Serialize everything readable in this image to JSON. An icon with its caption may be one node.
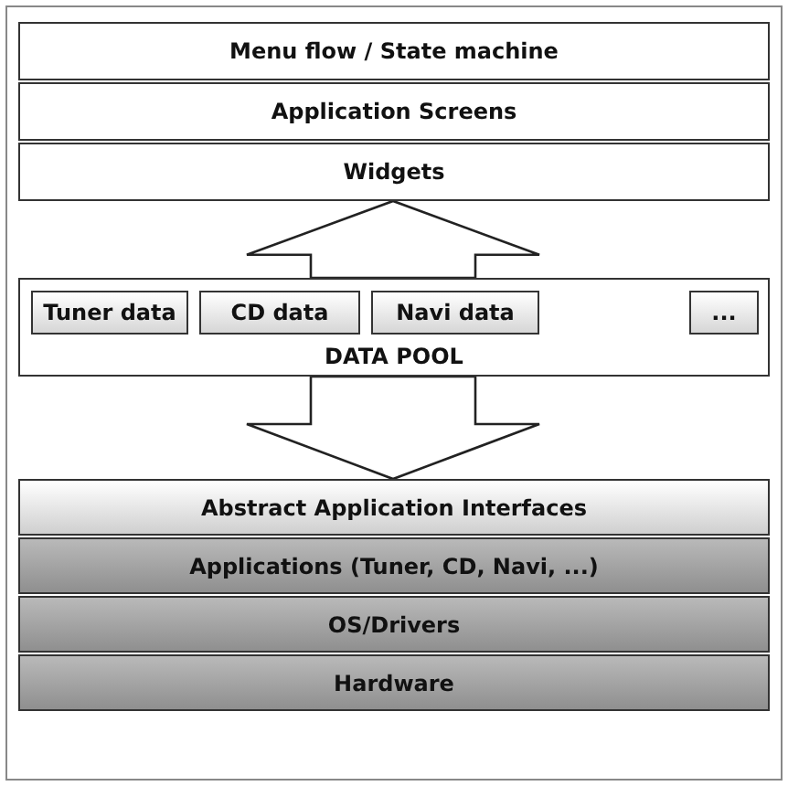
{
  "diagram": {
    "nodes": [
      {
        "text": [
          "Menu flow / State machine"
        ]
      },
      {
        "text": [
          "Application Screens"
        ]
      },
      {
        "text": [
          "Widgets"
        ]
      },
      {
        "text": [
          "DATA POOL"
        ]
      },
      {
        "text": [
          "Tuner data"
        ],
        "in": 3
      },
      {
        "text": [
          "CD data"
        ],
        "in": 3
      },
      {
        "text": [
          "Navi data"
        ],
        "in": 3
      },
      {
        "text": [
          "..."
        ],
        "in": 3
      },
      {
        "text": [
          "Abstract Application Interfaces"
        ]
      },
      {
        "text": [
          "Applications (Tuner, CD, Navi, ...)"
        ]
      },
      {
        "text": [
          "OS/Drivers"
        ]
      },
      {
        "text": [
          "Hardware"
        ]
      }
    ],
    "edges": [
      {
        "from": 3,
        "to": 2,
        "arrow": "to"
      },
      {
        "from": 3,
        "to": 8,
        "arrow": "to"
      }
    ]
  }
}
